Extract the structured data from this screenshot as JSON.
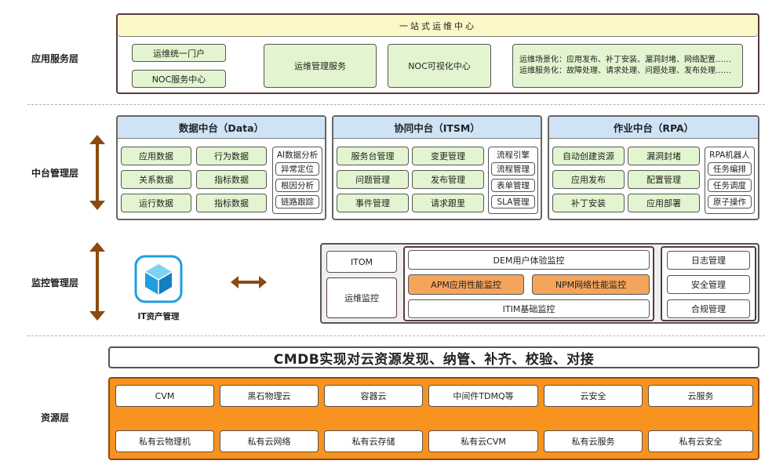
{
  "layers": {
    "app": "应用服务层",
    "mid": "中台管理层",
    "mon": "监控管理层",
    "res": "资源层"
  },
  "app_layer": {
    "banner": "一站式运维中心",
    "portal": "运维统一门户",
    "noc_center": "NOC服务中心",
    "ops_service": "运维管理服务",
    "noc_visual": "NOC可视化中心",
    "scenario_line1": "运维场景化：应用发布、补丁安装、漏洞封堵、网络配置……",
    "scenario_line2": "运维服务化：故障处理、请求处理、问题处理、发布处理……"
  },
  "data_platform": {
    "title": "数据中台（Data）",
    "items": [
      "应用数据",
      "行为数据",
      "关系数据",
      "指标数据",
      "运行数据",
      "指标数据"
    ],
    "side_title": "AI数据分析",
    "side_items": [
      "异常定位",
      "根因分析",
      "链路跟踪"
    ]
  },
  "itsm_platform": {
    "title": "协同中台（ITSM）",
    "items": [
      "服务台管理",
      "变更管理",
      "问题管理",
      "发布管理",
      "事件管理",
      "请求跟里"
    ],
    "side_title": "流程引擎",
    "side_items": [
      "流程管理",
      "表单管理",
      "SLA管理"
    ]
  },
  "rpa_platform": {
    "title": "作业中台（RPA）",
    "items": [
      "自动创建资源",
      "漏洞封堵",
      "应用发布",
      "配置管理",
      "补丁安装",
      "应用部署"
    ],
    "side_title": "RPA机器人",
    "side_items": [
      "任务编排",
      "任务调度",
      "原子操作"
    ]
  },
  "monitor": {
    "asset_icon": "cube-icon",
    "asset_label": "IT资产管理",
    "itom": "ITOM",
    "ops_monitor": "运维监控",
    "dem": "DEM用户体验监控",
    "apm": "APM应用性能监控",
    "npm": "NPM网络性能监控",
    "itim": "ITIM基础监控",
    "log": "日志管理",
    "security": "安全管理",
    "compliance": "合规管理"
  },
  "cmdb": "CMDB实现对云资源发现、纳管、补齐、校验、对接",
  "resource": {
    "row1": [
      "CVM",
      "黑石物理云",
      "容器云",
      "中间件TDMQ等",
      "云安全",
      "云服务"
    ],
    "row2": [
      "私有云物理机",
      "私有云网络",
      "私有云存储",
      "私有云CVM",
      "私有云服务",
      "私有云安全"
    ]
  },
  "colors": {
    "green": "#e3f5d0",
    "blue": "#cfe3f7",
    "banner": "#fbf7c6",
    "orange": "#f5a45b",
    "arrow": "#8b4a10",
    "icon": "#1e9fe0"
  }
}
